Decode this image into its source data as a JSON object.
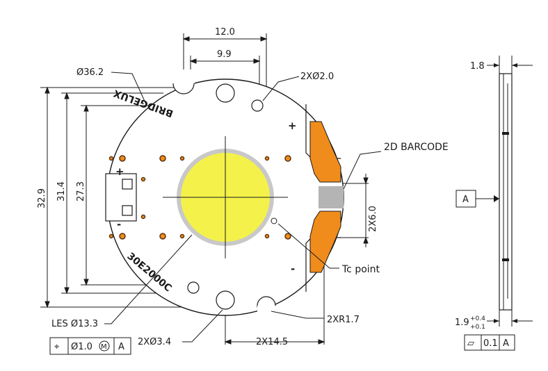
{
  "drawing": {
    "dimensions": {
      "width_12": "12.0",
      "width_9_9": "9.9",
      "diameter_36_2": "Ø36.2",
      "holes_2": "2XØ2.0",
      "height_32_9": "32.9",
      "height_31_4": "31.4",
      "height_27_3": "27.3",
      "pad_height": "2X6.0",
      "radius": "2XR1.7",
      "les": "LES Ø13.3",
      "holes_3_4": "2XØ3.4",
      "spacing": "2X14.5",
      "thickness": "1.8",
      "thickness_bottom": "1.9",
      "tol_plus": "+0.4",
      "tol_minus": "+0.1"
    },
    "callouts": {
      "barcode": "2D BARCODE",
      "tc_point": "Tc point"
    },
    "markings": {
      "brand": "BRIDGELUX",
      "part_number": "30E2000C",
      "plus_sign": "+",
      "minus_sign": "-"
    },
    "datum": "A",
    "position_tol": {
      "symbol": "⌖",
      "value": "Ø1.0",
      "modifier": "M",
      "datum": "A"
    },
    "flatness_tol": {
      "symbol": "⏥",
      "value": "0.1",
      "datum": "A"
    },
    "colors": {
      "led": "#f4f24a",
      "led_ring": "#c8c8c8",
      "pad": "#f08c1c",
      "barcode": "#b4b4b4",
      "line": "#1a1a1a"
    }
  }
}
